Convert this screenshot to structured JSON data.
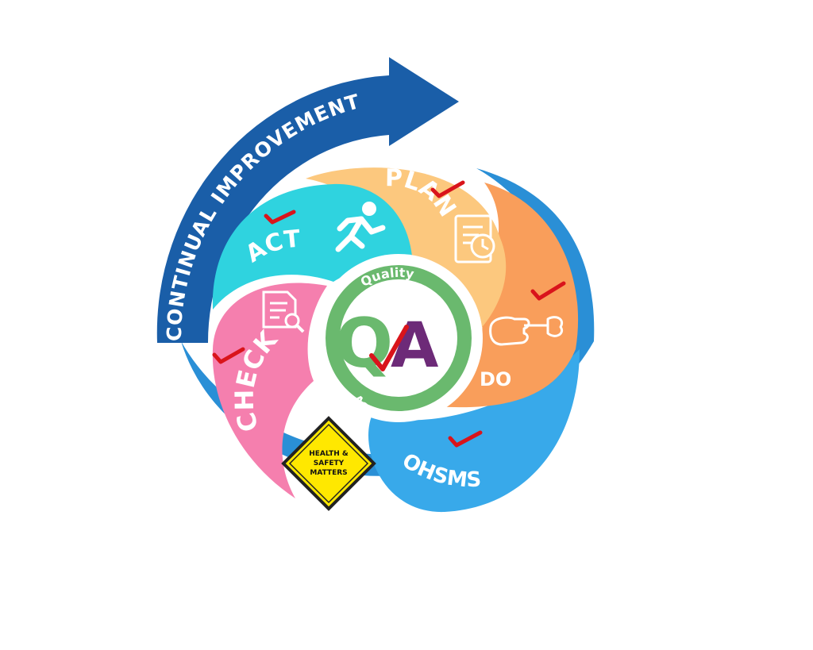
{
  "arrow_label": "CONTINUAL IMPROVEMENT",
  "segments": {
    "plan": "PLAN",
    "act": "ACT",
    "check": "CHECK",
    "do": "DO",
    "ohsms": "OHSMS"
  },
  "center": {
    "top_label": "Quality",
    "bottom_label": "Assurance",
    "logo_q": "Q",
    "logo_a": "A"
  },
  "warning_sign": {
    "line1": "HEALTH &",
    "line2": "SAFETY",
    "line3": "MATTERS"
  },
  "icons": {
    "plan": "schedule-document-icon",
    "act": "running-person-icon",
    "check": "search-document-icon",
    "do": "hand-wrench-icon"
  },
  "colors": {
    "arrow": "#1a5ea8",
    "outer_ring": "#2a8fd6",
    "plan": "#fcc87e",
    "act": "#2fd3df",
    "check": "#f57fae",
    "do": "#f99e5b",
    "ohsms": "#38a9ea",
    "check_mark": "#d9141b",
    "center_ring": "#6ab96e",
    "logo_a": "#6d2a78",
    "warning_sign": "#ffe800"
  }
}
